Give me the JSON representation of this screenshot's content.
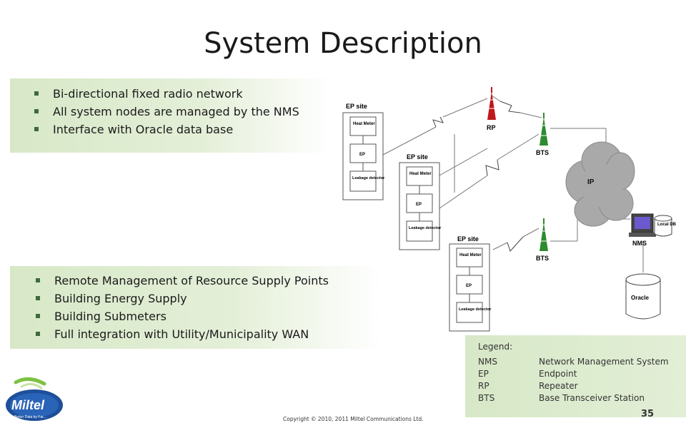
{
  "title": "System Description",
  "box1": {
    "items": [
      "Bi-directional fixed radio network",
      "All system nodes are managed by the NMS",
      "Interface with Oracle data base"
    ]
  },
  "box2": {
    "items": [
      "Remote Management of Resource Supply Points",
      "Building Energy Supply",
      "Building Submeters",
      "Full integration with Utility/Municipality WAN"
    ]
  },
  "diagram": {
    "ep_site_label": "EP site",
    "heat_meter": "Heat Meter",
    "ep": "EP",
    "leakage_detector": "Leakage detector",
    "rp": "RP",
    "bts": "BTS",
    "ip": "IP",
    "local_db": "Local DB",
    "nms": "NMS",
    "oracle": "Oracle",
    "colors": {
      "rp_tower": "#c0181b",
      "bts_tower": "#2e8b2e",
      "cloud": "#a9a9a9"
    }
  },
  "legend": {
    "title": "Legend:",
    "rows": [
      {
        "abbr": "NMS",
        "def": "Network Management System"
      },
      {
        "abbr": "EP",
        "def": "Endpoint"
      },
      {
        "abbr": "RP",
        "def": "Repeater"
      },
      {
        "abbr": "BTS",
        "def": "Base Transceiver Station"
      }
    ]
  },
  "page_number": "35",
  "copyright": "Copyright © 2010, 2011 Miltel Communications Ltd.",
  "logo": {
    "name": "Miltel",
    "tagline": "Better Data by Far..."
  }
}
